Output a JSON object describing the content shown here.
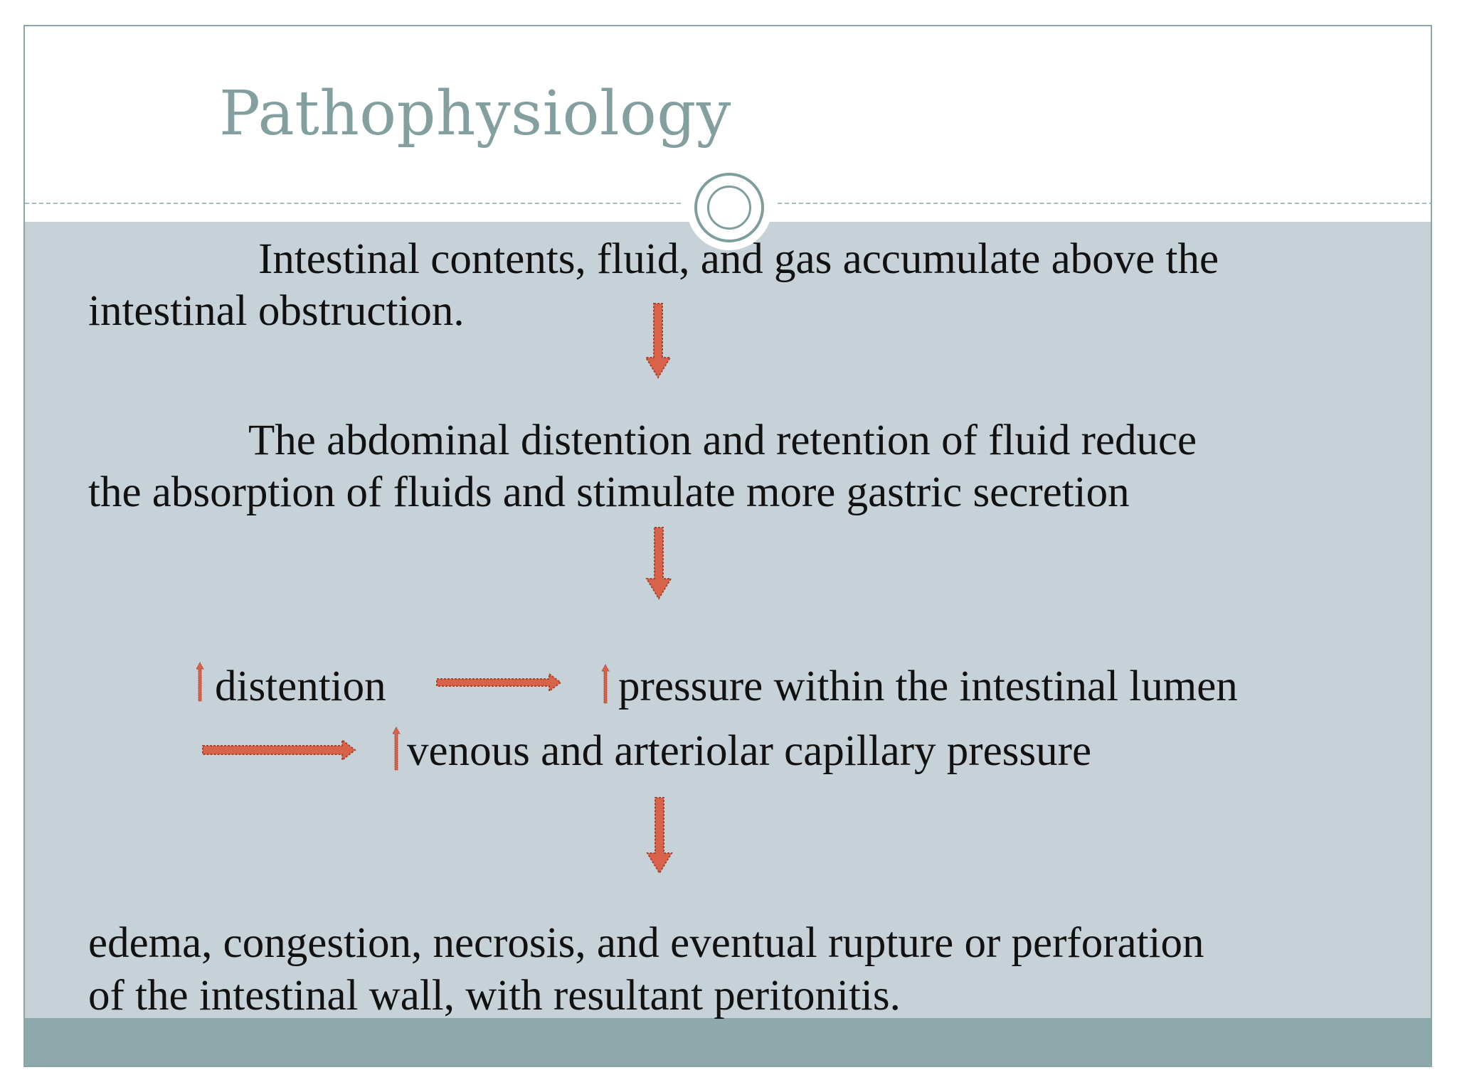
{
  "slide": {
    "title": "Pathophysiology",
    "steps": {
      "step1": {
        "line1": "Intestinal contents, fluid, and gas accumulate above the",
        "line2": "intestinal obstruction."
      },
      "step2": {
        "line1": "The abdominal distention and retention of fluid reduce",
        "line2": "the absorption of fluids and stimulate more gastric secretion"
      },
      "step3": {
        "distention": "distention",
        "pressure": "pressure within the intestinal  lumen",
        "capillary": "venous and arteriolar capillary pressure"
      },
      "step4": {
        "line1": "edema, congestion, necrosis, and eventual rupture or perforation",
        "line2": "of the intestinal wall, with resultant peritonitis."
      }
    },
    "colors": {
      "title": "#849f9f",
      "body_background": "#c6d2d7",
      "footer_band": "#8ea9ab",
      "arrow_fill": "#d9624a",
      "text": "#111111"
    },
    "icons": {
      "flow_arrow": "down-arrow-icon",
      "increase_marker": "up-arrow-icon",
      "lead_arrow": "right-arrow-icon"
    }
  }
}
